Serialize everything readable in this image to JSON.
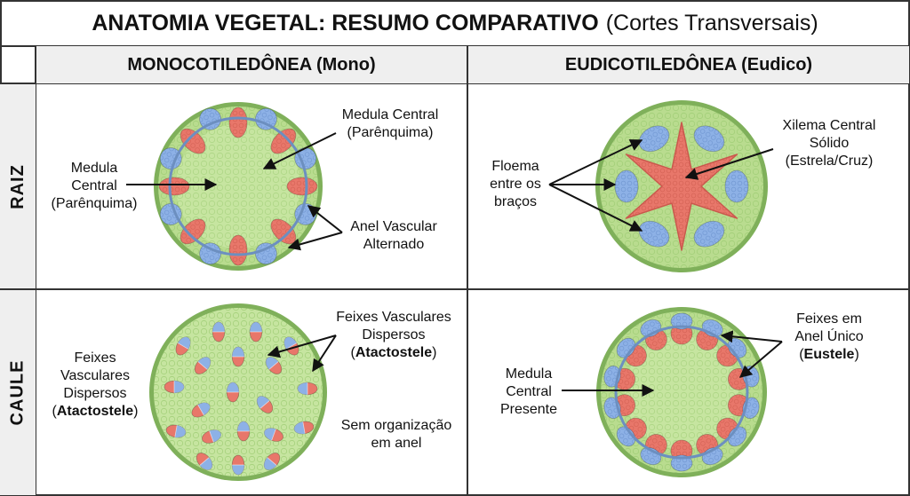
{
  "title": {
    "main": "ANATOMIA VEGETAL: RESUMO COMPARATIVO",
    "sub": "(Cortes Transversais)"
  },
  "columns": [
    "MONOCOTILEDÔNEA (Mono)",
    "EUDICOTILEDÔNEA (Eudico)"
  ],
  "rows": [
    "RAIZ",
    "CAULE"
  ],
  "panels": {
    "mono_root": {
      "label_pith_top": [
        "Medula Central",
        "(Parênquima)"
      ],
      "label_pith_left": [
        "Medula",
        "Central",
        "(Parênquima)"
      ],
      "label_ring": [
        "Anel Vascular",
        "Alternado"
      ]
    },
    "eudico_root": {
      "label_xylem": [
        "Xilema Central",
        "Sólido",
        "(Estrela/Cruz)"
      ],
      "label_phloem": [
        "Floema",
        "entre os",
        "braços"
      ]
    },
    "mono_stem": {
      "label_scattered_right": [
        "Feixes Vasculares",
        "Dispersos",
        "(Atactostele)"
      ],
      "label_scattered_right_bold": "Atactostele",
      "label_scattered_left": [
        "Feixes",
        "Vasculares",
        "Dispersos",
        "(Atactostele)"
      ],
      "label_scattered_left_bold": "Atactostele",
      "label_no_ring": [
        "Sem organização",
        "em anel"
      ]
    },
    "eudico_stem": {
      "label_ring": [
        "Feixes em",
        "Anel Único",
        "(Eustele)"
      ],
      "label_ring_bold": "Eustele",
      "label_pith": [
        "Medula",
        "Central",
        "Presente"
      ]
    }
  },
  "colors": {
    "epidermis": "#7fb05a",
    "cortex": "#b9dc8f",
    "pith": "#c6e5a0",
    "xylem": "#e8776a",
    "phloem": "#8db1e6",
    "endodermis": "#6c8fc0",
    "grid": "#333333",
    "header_bg": "#efefef"
  }
}
